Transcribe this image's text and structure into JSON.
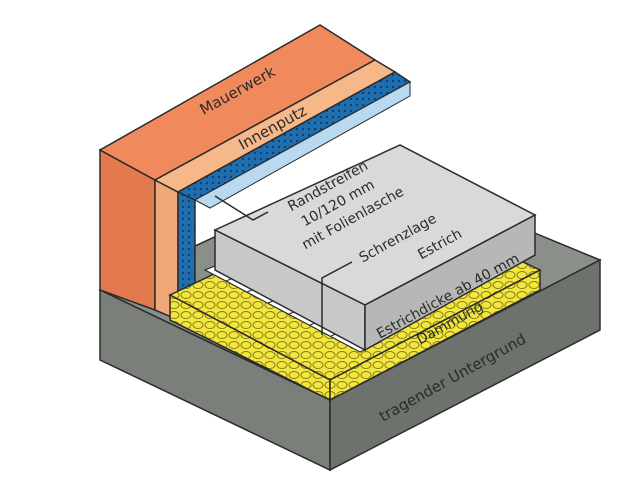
{
  "diagram": {
    "labels": {
      "mauerwerk": "Mauerwerk",
      "innenputz": "Innenputz",
      "randstreifen_line1": "Randstreifen",
      "randstreifen_line2": "10/120 mm",
      "randstreifen_line3": "mit Folienlasche",
      "schrenzlage": "Schrenzlage",
      "estrich": "Estrich",
      "estrichdicke": "Estrichdicke ab 40 mm",
      "daemmung": "Dämmung",
      "untergrund": "tragender Untergrund"
    },
    "colors": {
      "mauerwerk": "#f08a5d",
      "innenputz": "#f6b889",
      "randstreifen": "#1f6fb0",
      "randstreifen_light": "#b9d9f0",
      "estrich_top": "#d9d9d9",
      "estrich_side": "#b7b7b7",
      "daemmung": "#f2e640",
      "untergrund_top": "#8a8f8a",
      "untergrund_side": "#6d726d",
      "outline": "#2b2b2b"
    }
  }
}
